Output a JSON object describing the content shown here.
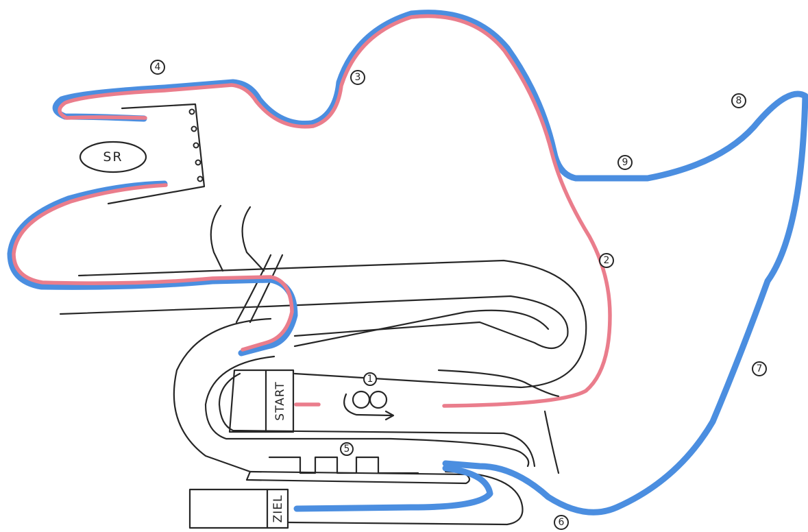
{
  "sketch": {
    "start_label": "START",
    "ziel_label": "ZIEL",
    "sr_label": "SR",
    "markers": [
      "1",
      "2",
      "3",
      "4",
      "5",
      "6",
      "7",
      "8",
      "9"
    ],
    "colors": {
      "red_route": "#ea7d8c",
      "blue_route": "#4b8ee0",
      "ink": "#262626"
    }
  }
}
